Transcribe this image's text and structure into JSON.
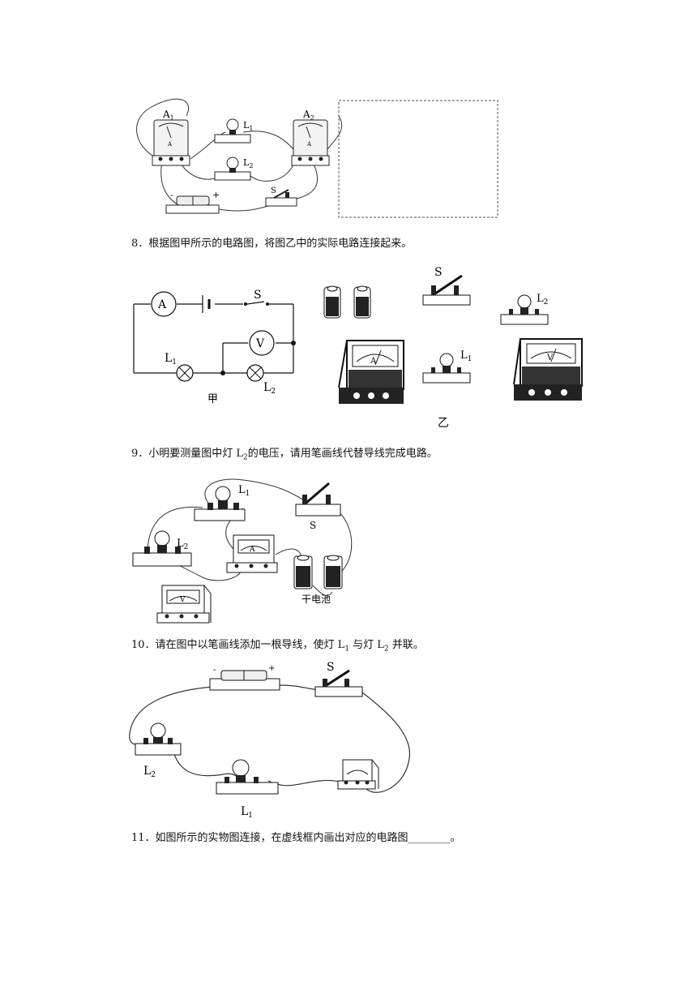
{
  "figure1": {
    "a1_label": "A",
    "a1_sub": "1",
    "a2_label": "A",
    "a2_sub": "2",
    "l1_label": "L",
    "l1_sub": "1",
    "l2_label": "L",
    "l2_sub": "2",
    "s_label": "S",
    "minus": "-",
    "plus": "+",
    "meter_letter": "A"
  },
  "q8": {
    "number": "8．",
    "text": "根据图甲所示的电路图，将图乙中的实际电路连接起来。",
    "jia": "甲",
    "yi": "乙",
    "ammeter": "A",
    "voltmeter": "V",
    "s_label": "S",
    "l1_label": "L",
    "l1_sub": "1",
    "l2_label": "L",
    "l2_sub": "2"
  },
  "q9": {
    "number": "9．",
    "text_before": "小明要测量图中灯 L",
    "text_sub": "2",
    "text_after": "的电压，请用笔画线代替导线完成电路。",
    "l1_label": "L",
    "l1_sub": "1",
    "l2_label": "L",
    "l2_sub": "2",
    "s_label": "S",
    "battery_label": "干电池",
    "ammeter": "A",
    "voltmeter": "V"
  },
  "q10": {
    "number": "10．",
    "text_1": "请在图中以笔画线添加一根导线，使灯 L",
    "text_sub1": "1",
    "text_2": " 与灯 L",
    "text_sub2": "2",
    "text_3": " 并联。",
    "s_label": "S",
    "l1_label": "L",
    "l1_sub": "1",
    "l2_label": "L",
    "l2_sub": "2",
    "minus": "-",
    "plus": "+"
  },
  "q11": {
    "number": "11．",
    "text": "如图所示的实物图连接，在虚线框内画出对应的电路图________。"
  }
}
